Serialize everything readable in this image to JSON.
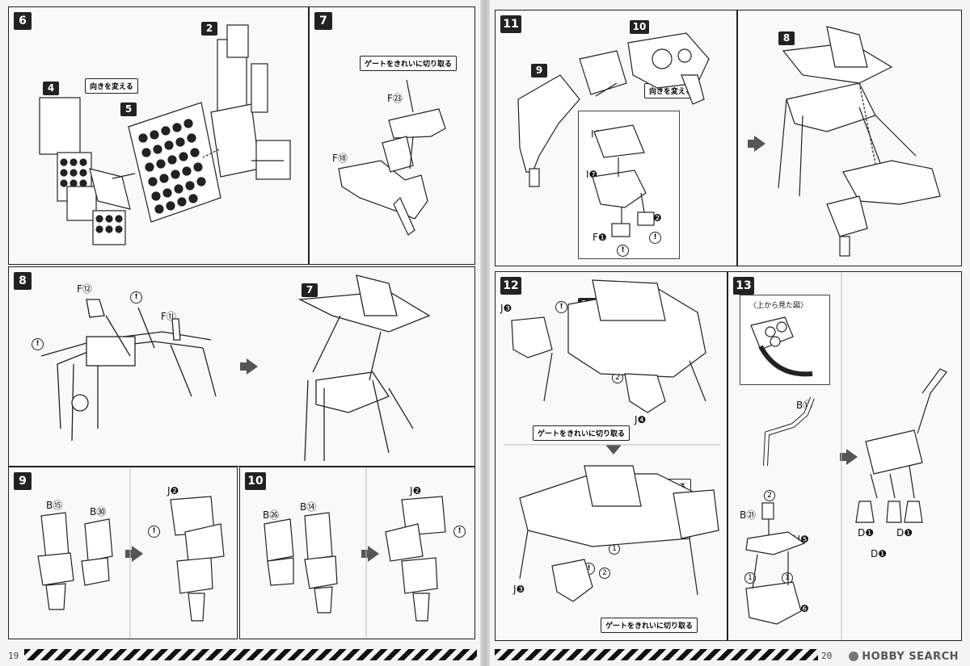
{
  "pages": {
    "left_number": "19",
    "right_number": "20"
  },
  "brand": "HOBBY SEARCH",
  "steps": {
    "s6": {
      "num": "6",
      "parts": {
        "p4": "4",
        "p5": "5",
        "p2": "2"
      },
      "note": "向きを変える"
    },
    "s7": {
      "num": "7",
      "note": "ゲートをきれいに切り取る",
      "labels": {
        "f23": "F㉓",
        "f18": "F⑱"
      }
    },
    "s8": {
      "num": "8",
      "ref7": "7",
      "labels": {
        "f12": "F⑫",
        "f11": "F⑪"
      }
    },
    "s9": {
      "num": "9",
      "labels": {
        "b15": "B⑮",
        "b30": "B㉚",
        "j2": "J❷"
      }
    },
    "s10": {
      "num": "10",
      "labels": {
        "b26": "B㉖",
        "b14": "B⑭",
        "j2": "J❷"
      }
    },
    "s11": {
      "num": "11",
      "ref9": "9",
      "ref10": "10",
      "ref8": "8",
      "note": "向きを変える",
      "labels": {
        "i10": "I❿",
        "i7": "I❼",
        "f1": "F❶",
        "f2": "F❷"
      }
    },
    "s12": {
      "num": "12",
      "ref11": "11",
      "note_top": "ゲートをきれいに切り取る",
      "note_mid": "向きを変える",
      "note_bottom": "ゲートをきれいに切り取る",
      "labels": {
        "j3a": "J❸",
        "j4a": "J❹",
        "j4b": "J❹",
        "j3b": "J❸"
      },
      "circles": {
        "one": "1",
        "two": "2"
      }
    },
    "s13": {
      "num": "13",
      "view_note": "〈上から見た図〉",
      "labels": {
        "b12": "B⑫",
        "b21": "B㉑",
        "h5": "H❺",
        "h6": "H❻",
        "d1a": "D❶",
        "d1b": "D❶",
        "d1c": "D❶"
      },
      "circles": {
        "one": "1",
        "two": "2"
      }
    }
  },
  "caution_mark": "!",
  "colors": {
    "ink": "#222222",
    "panel": "#f9f9f9",
    "arrow": "#555555"
  }
}
